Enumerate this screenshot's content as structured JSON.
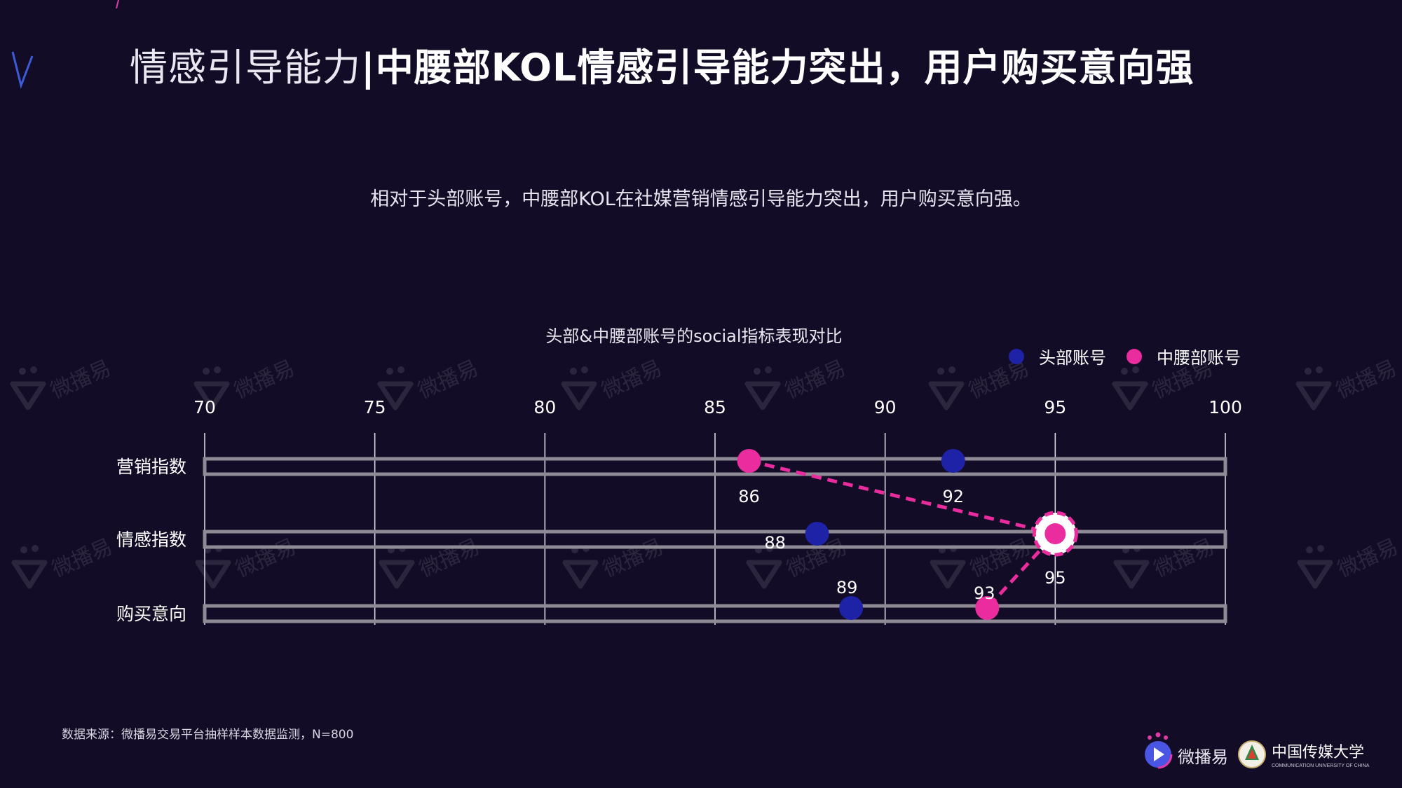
{
  "header": {
    "title_light": "情感引导能力",
    "title_sep": "|",
    "title_bold": "中腰部KOL情感引导能力突出，用户购买意向强",
    "subtitle": "相对于头部账号，中腰部KOL在社媒营销情感引导能力突出，用户购买意向强。"
  },
  "watermark": {
    "text": "微播易"
  },
  "chart_data": {
    "type": "scatter",
    "title": "头部&中腰部账号的social指标表现对比",
    "categories": [
      "营销指数",
      "情感指数",
      "购买意向"
    ],
    "x_ticks": [
      "70",
      "75",
      "80",
      "85",
      "90",
      "95",
      "100"
    ],
    "xlim": [
      70,
      100
    ],
    "grid": true,
    "legend_position": "top-right",
    "series": [
      {
        "name": "头部账号",
        "color": "#1e22a6",
        "values": [
          92,
          88,
          89
        ],
        "connected": false
      },
      {
        "name": "中腰部账号",
        "color": "#ea2c9f",
        "values": [
          86,
          95,
          93
        ],
        "connected": true,
        "highlight_index": 1
      }
    ]
  },
  "footer": {
    "source": "数据来源：微播易交易平台抽样样本数据监测，N=800",
    "brand": "微播易",
    "university": "中国传媒大学",
    "university_en": "COMMUNICATION UNIVERSITY OF CHINA"
  }
}
